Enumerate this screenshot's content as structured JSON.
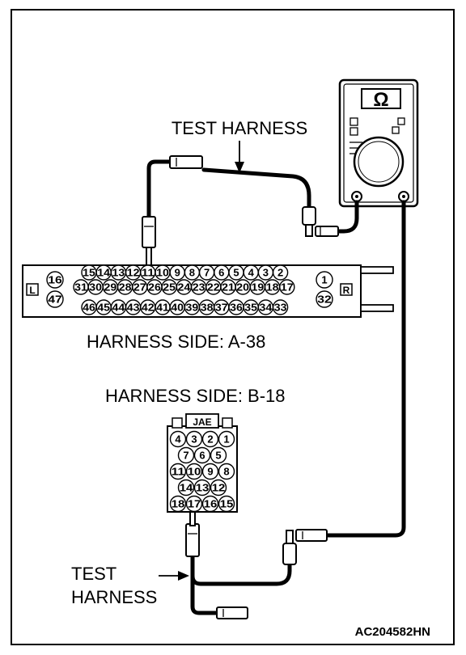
{
  "labels": {
    "test_harness_top": "TEST HARNESS",
    "test_harness_bottom_line1": "TEST",
    "test_harness_bottom_line2": "HARNESS",
    "harness_side_a": "HARNESS SIDE: A-38",
    "harness_side_b": "HARNESS SIDE: B-18",
    "figure_code": "AC204582HN"
  },
  "meter": {
    "symbol": "Ω",
    "icon": "ohmmeter-icon"
  },
  "connector_a38": {
    "left_tag": "L",
    "right_tag": "R",
    "left_pins": [
      "16",
      "47"
    ],
    "right_pins": [
      "1",
      "32"
    ],
    "row1": [
      "15",
      "14",
      "13",
      "12",
      "11",
      "10",
      "9",
      "8",
      "7",
      "6",
      "5",
      "4",
      "3",
      "2"
    ],
    "row2": [
      "31",
      "30",
      "29",
      "28",
      "27",
      "26",
      "25",
      "24",
      "23",
      "22",
      "21",
      "20",
      "19",
      "18",
      "17"
    ],
    "row3": [
      "46",
      "45",
      "44",
      "43",
      "42",
      "41",
      "40",
      "39",
      "38",
      "37",
      "36",
      "35",
      "34",
      "33"
    ],
    "probe_pin": "11"
  },
  "connector_b18": {
    "tag": "JAE",
    "rows": [
      [
        "4",
        "3",
        "2",
        "1"
      ],
      [
        "7",
        "6",
        "5"
      ],
      [
        "11",
        "10",
        "9",
        "8"
      ],
      [
        "14",
        "13",
        "12"
      ],
      [
        "18",
        "17",
        "16",
        "15"
      ]
    ],
    "probe_pin": "17"
  }
}
